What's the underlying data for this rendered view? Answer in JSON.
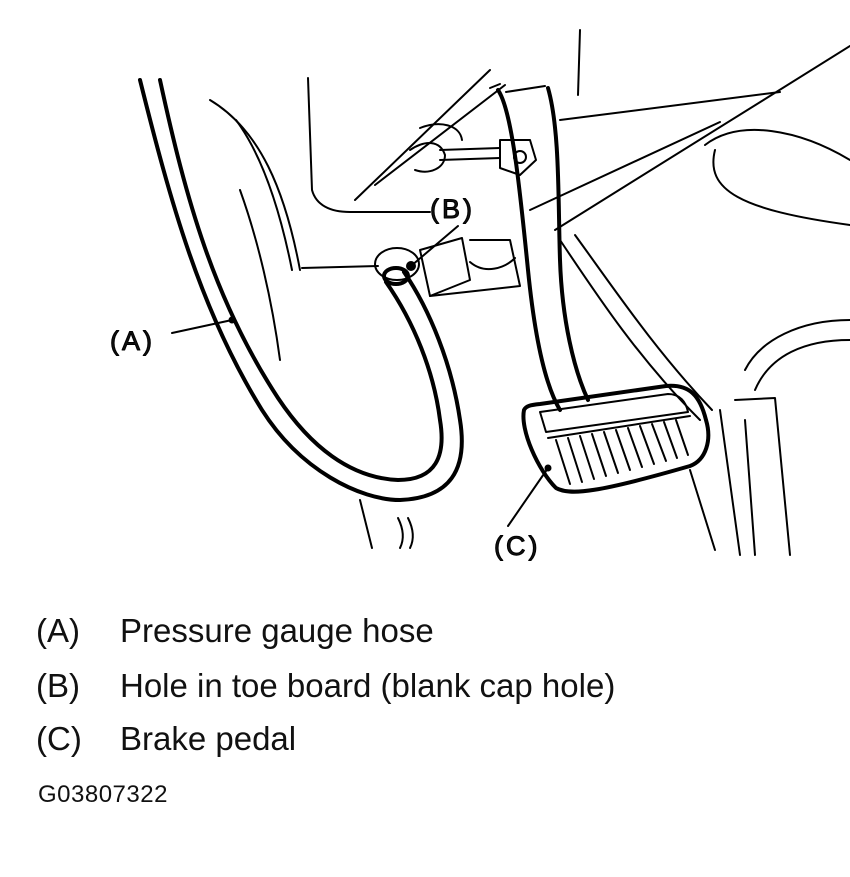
{
  "callouts": {
    "a": "(A)",
    "b": "(B)",
    "c": "(C)"
  },
  "legend": [
    {
      "key": "(A)",
      "text": "Pressure gauge hose"
    },
    {
      "key": "(B)",
      "text": "Hole in toe board (blank cap hole)"
    },
    {
      "key": "(C)",
      "text": "Brake pedal"
    }
  ],
  "figure_id": "G03807322"
}
